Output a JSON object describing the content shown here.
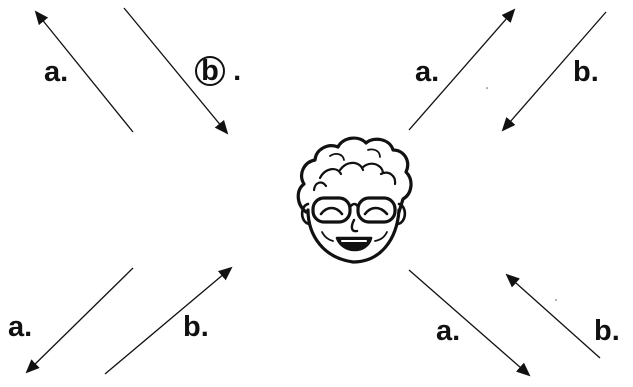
{
  "diagram": {
    "arrows": [
      {
        "id": "top-left-a",
        "label": "a.",
        "circled": false
      },
      {
        "id": "top-left-b",
        "label": "b.",
        "circled": true
      },
      {
        "id": "top-right-a",
        "label": "a.",
        "circled": false
      },
      {
        "id": "top-right-b",
        "label": "b.",
        "circled": false
      },
      {
        "id": "bottom-left-a",
        "label": "a.",
        "circled": false
      },
      {
        "id": "bottom-left-b",
        "label": "b.",
        "circled": false
      },
      {
        "id": "bottom-right-a",
        "label": "a.",
        "circled": false
      },
      {
        "id": "bottom-right-b",
        "label": "b.",
        "circled": false
      }
    ],
    "center_figure": "smiling-grandmother-face-icon"
  },
  "colors": {
    "ink": "#111111",
    "paper": "#ffffff"
  }
}
